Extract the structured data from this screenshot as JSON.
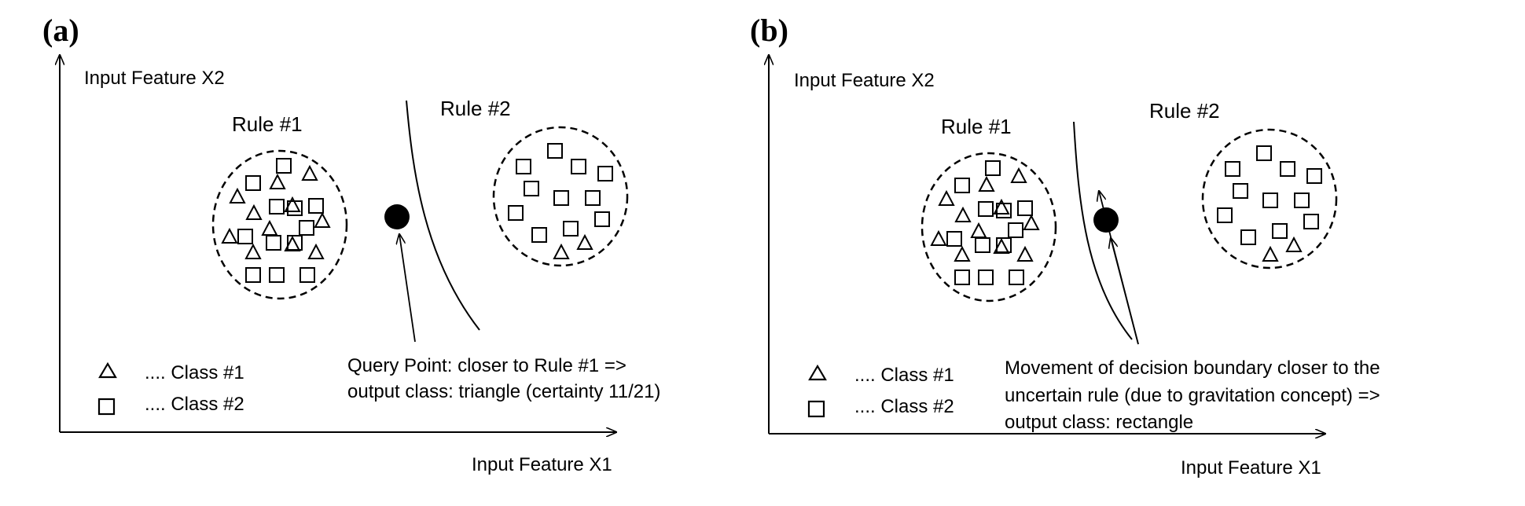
{
  "panels": [
    {
      "label": "(a)",
      "x_axis_label": "Input Feature X1",
      "y_axis_label": "Input Feature X2",
      "rule1_label": "Rule #1",
      "rule2_label": "Rule #2",
      "legend": [
        {
          "marker": "triangle-icon",
          "text": ".... Class #1"
        },
        {
          "marker": "square-icon",
          "text": ".... Class #2"
        }
      ],
      "annotation": [
        "Query Point: closer to Rule #1 =>",
        "output class: triangle (certainty 11/21)"
      ]
    },
    {
      "label": "(b)",
      "x_axis_label": "Input Feature X1",
      "y_axis_label": "Input Feature X2",
      "rule1_label": "Rule #1",
      "rule2_label": "Rule #2",
      "legend": [
        {
          "marker": "triangle-icon",
          "text": ".... Class #1"
        },
        {
          "marker": "square-icon",
          "text": ".... Class #2"
        }
      ],
      "annotation": [
        "Movement of decision boundary closer to the",
        "uncertain rule (due to gravitation concept) =>",
        "output class: rectangle"
      ]
    }
  ],
  "colors": {
    "stroke": "#000000",
    "background": "#ffffff"
  }
}
